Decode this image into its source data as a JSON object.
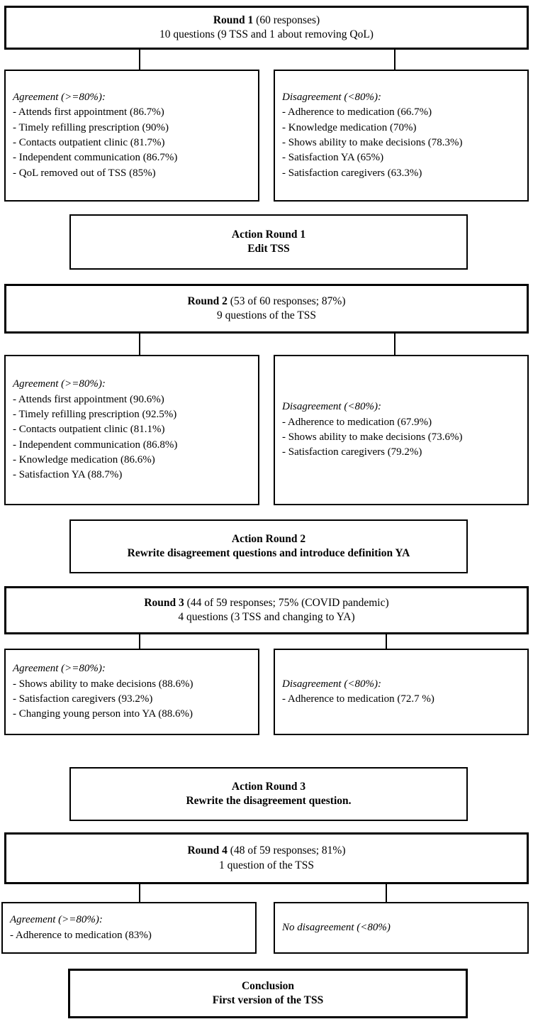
{
  "rounds": [
    {
      "header": {
        "title": "Round 1",
        "rest": " (60 responses)",
        "line2": "10 questions (9 TSS and 1 about removing QoL)"
      },
      "agreement": {
        "heading": "Agreement (>=80%):",
        "items": [
          "- Attends first appointment (86.7%)",
          "- Timely refilling prescription (90%)",
          "- Contacts outpatient clinic (81.7%)",
          "- Independent communication (86.7%)",
          "- QoL removed out of TSS (85%)"
        ]
      },
      "disagreement": {
        "heading": "Disagreement (<80%):",
        "items": [
          "- Adherence to medication (66.7%)",
          "- Knowledge medication (70%)",
          "- Shows ability to make decisions (78.3%)",
          "- Satisfaction YA (65%)",
          "- Satisfaction caregivers (63.3%)"
        ]
      },
      "action": {
        "line1": "Action Round 1",
        "line2": "Edit TSS"
      }
    },
    {
      "header": {
        "title": "Round 2",
        "rest": " (53 of 60 responses; 87%)",
        "line2": "9 questions of the TSS"
      },
      "agreement": {
        "heading": "Agreement (>=80%):",
        "items": [
          "- Attends first appointment (90.6%)",
          "- Timely refilling prescription (92.5%)",
          "- Contacts outpatient clinic (81.1%)",
          "- Independent communication (86.8%)",
          "- Knowledge medication (86.6%)",
          "- Satisfaction YA (88.7%)"
        ]
      },
      "disagreement": {
        "heading": "Disagreement (<80%):",
        "items": [
          "- Adherence to medication (67.9%)",
          "- Shows ability to make decisions (73.6%)",
          "- Satisfaction caregivers (79.2%)"
        ]
      },
      "action": {
        "line1": "Action Round 2",
        "line2": "Rewrite disagreement questions and introduce definition YA"
      }
    },
    {
      "header": {
        "title": "Round 3",
        "rest": " (44 of 59 responses; 75% (COVID pandemic)",
        "line2": "4 questions (3 TSS and changing to YA)"
      },
      "agreement": {
        "heading": "Agreement (>=80%):",
        "items": [
          "- Shows ability to make decisions (88.6%)",
          "- Satisfaction caregivers (93.2%)",
          "- Changing young person into YA (88.6%)"
        ]
      },
      "disagreement": {
        "heading": "Disagreement (<80%):",
        "items": [
          "- Adherence to medication (72.7 %)"
        ]
      },
      "action": {
        "line1": "Action Round 3",
        "line2": "Rewrite the disagreement question."
      }
    },
    {
      "header": {
        "title": "Round 4",
        "rest": " (48 of 59 responses; 81%)",
        "line2": "1 question of the TSS"
      },
      "agreement": {
        "heading": "Agreement (>=80%):",
        "items": [
          "- Adherence to medication (83%)"
        ]
      },
      "disagreement": {
        "heading": "No disagreement (<80%)",
        "items": []
      }
    }
  ],
  "conclusion": {
    "line1": "Conclusion",
    "line2": "First version of the TSS"
  },
  "colors": {
    "border": "#000000",
    "background": "#ffffff",
    "text": "#000000"
  }
}
